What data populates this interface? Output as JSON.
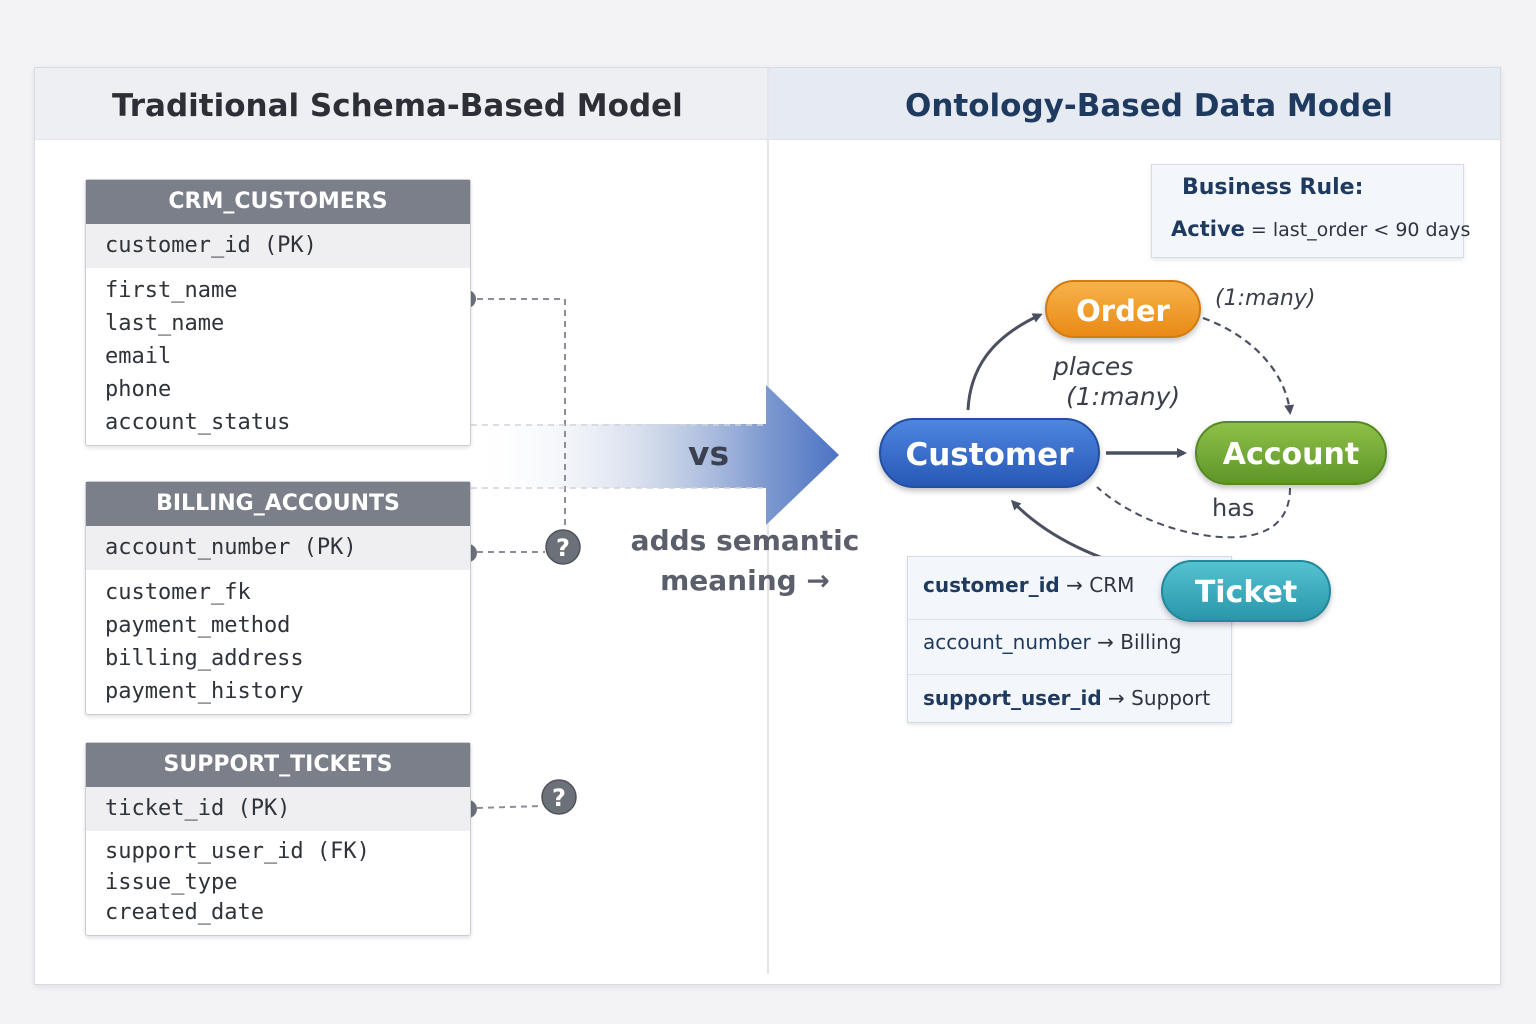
{
  "left_panel": {
    "title": "Traditional Schema-Based Model",
    "tables": [
      {
        "name": "CRM_CUSTOMERS",
        "primary_key": "customer_id (PK)",
        "fields": [
          "first_name",
          "last_name",
          "email",
          "phone",
          "account_status"
        ]
      },
      {
        "name": "BILLING_ACCOUNTS",
        "primary_key": "account_number (PK)",
        "fields": [
          "customer_fk",
          "payment_method",
          "billing_address",
          "payment_history"
        ]
      },
      {
        "name": "SUPPORT_TICKETS",
        "primary_key": "ticket_id (PK)",
        "fields": [
          "support_user_id (FK)",
          "issue_type",
          "created_date"
        ]
      }
    ],
    "unknown_marker": "?"
  },
  "center": {
    "vs_label": "vs",
    "caption_line1": "adds semantic",
    "caption_line2": "meaning →"
  },
  "right_panel": {
    "title": "Ontology-Based Data Model",
    "business_rule": {
      "heading": "Business Rule:",
      "term": "Active",
      "definition": "= last_order < 90 days"
    },
    "nodes": {
      "order": "Order",
      "customer": "Customer",
      "account": "Account",
      "ticket": "Ticket"
    },
    "edges": {
      "order_account_cardinality": "(1:many)",
      "places": "places",
      "places_cardinality": "(1:many)",
      "has": "has"
    },
    "mappings": [
      {
        "key": "customer_id",
        "arrow": "→",
        "target": "CRM"
      },
      {
        "key": "account_number",
        "arrow": "→",
        "target": "Billing"
      },
      {
        "key": "support_user_id",
        "arrow": "→",
        "target": "Support"
      }
    ]
  },
  "colors": {
    "order": "#ee9422",
    "customer": "#2f63c0",
    "account": "#6ea532",
    "ticket": "#35a7b9",
    "table_header": "#7b7f89",
    "title_blue": "#1f3a5f"
  }
}
